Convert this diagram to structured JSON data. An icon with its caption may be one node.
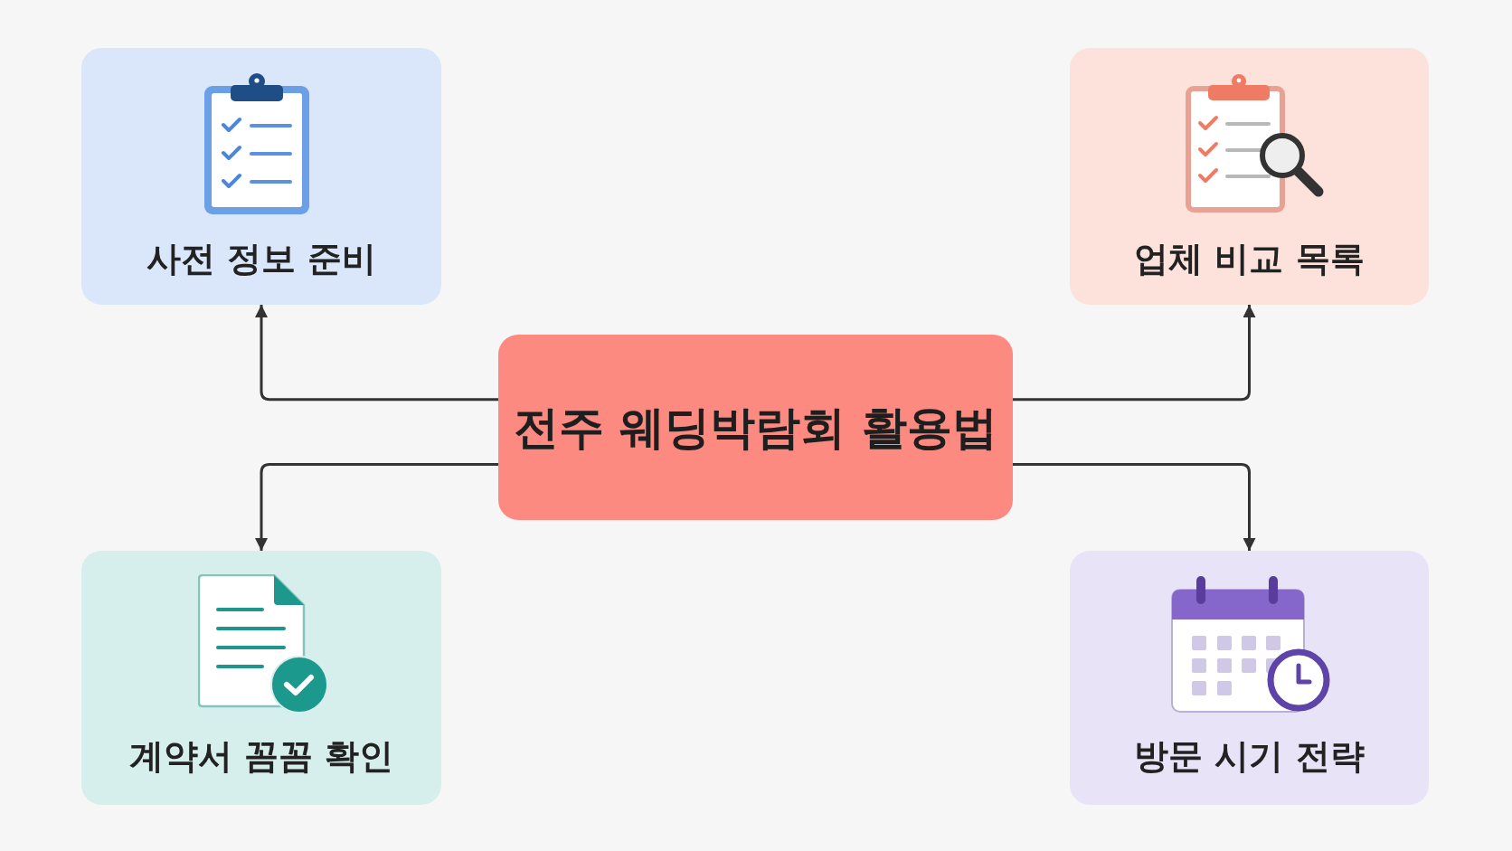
{
  "diagram": {
    "nodes": [
      {
        "text": [
          "사전 정보 준비"
        ]
      },
      {
        "text": [
          "업체 비교 목록"
        ]
      },
      {
        "text": [
          "전주 웨딩박람회 활용법"
        ]
      },
      {
        "text": [
          "계약서 꼼꼼 확인"
        ]
      },
      {
        "text": [
          "방문 시기 전략"
        ]
      }
    ],
    "edges": [
      {
        "from": 2,
        "to": 0,
        "arrow": "to"
      },
      {
        "from": 2,
        "to": 1,
        "arrow": "to"
      },
      {
        "from": 2,
        "to": 3,
        "arrow": "to"
      },
      {
        "from": 2,
        "to": 4,
        "arrow": "to"
      }
    ]
  }
}
